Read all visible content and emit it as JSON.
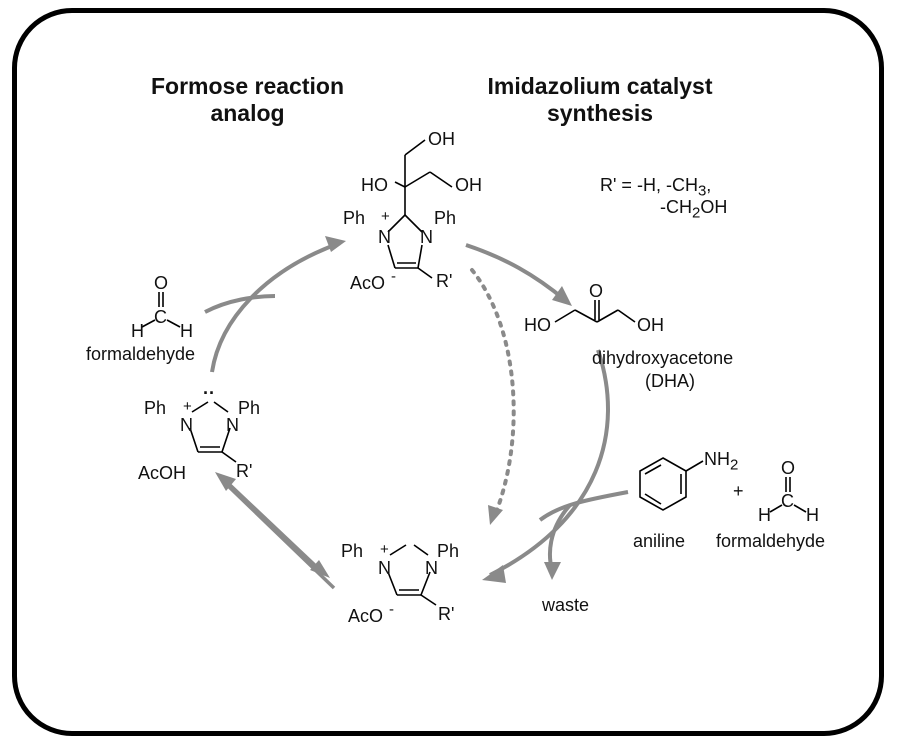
{
  "headings": {
    "left_line1": "Formose reaction",
    "left_line2": "analog",
    "right_line1": "Imidazolium catalyst",
    "right_line2": "synthesis"
  },
  "top_adduct": {
    "oh1": "OH",
    "ho": "HO",
    "oh2": "OH",
    "ph_left": "Ph",
    "n_left": "N",
    "plus": "+",
    "n_right": "N",
    "ph_right": "Ph",
    "aco": "AcO",
    "minus": "-",
    "r_prime": "R'"
  },
  "r_definition": {
    "line1": "R' =  -H, -CH",
    "line1_sub": "3",
    "line1_end": ",",
    "line2": "-CH",
    "line2_sub": "2",
    "line2_end": "OH"
  },
  "formaldehyde_left": {
    "o": "O",
    "c": "C",
    "h1": "H",
    "h2": "H",
    "label": "formaldehyde"
  },
  "dha": {
    "o": "O",
    "ho": "HO",
    "oh": "OH",
    "label": "dihydroxyacetone",
    "abbr": "(DHA)"
  },
  "carbene": {
    "ph_left": "Ph",
    "plus": "+",
    "n_left": "N",
    "lone_pair": "··",
    "n_right": "N",
    "ph_right": "Ph",
    "acoh": "AcOH",
    "r_prime": "R'"
  },
  "reagents": {
    "nh2": "NH",
    "nh2_sub": "2",
    "aniline": "aniline",
    "plus_sign": "+",
    "o": "O",
    "c": "C",
    "h1": "H",
    "h2": "H",
    "formaldehyde": "formaldehyde"
  },
  "salt": {
    "ph_left": "Ph",
    "plus": "+",
    "n_left": "N",
    "n_right": "N",
    "ph_right": "Ph",
    "aco": "AcO",
    "minus": "-",
    "r_prime": "R'"
  },
  "waste": {
    "label": "waste"
  },
  "colors": {
    "arrow": "#8a8a8a",
    "frame": "#000000",
    "bond": "#000000"
  }
}
